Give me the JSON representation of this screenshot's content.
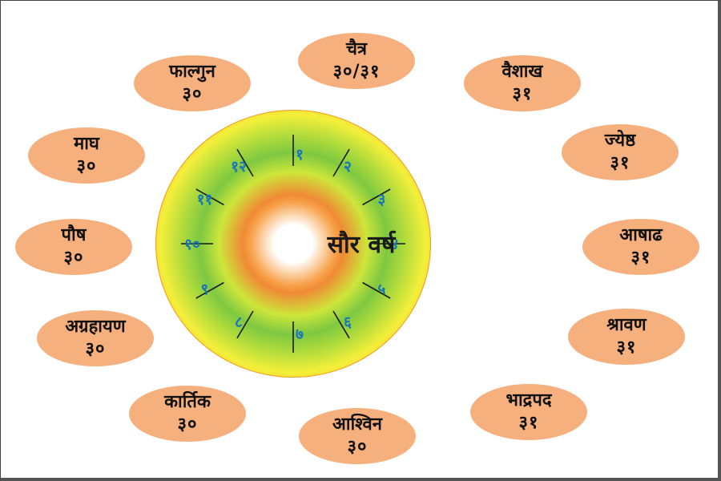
{
  "diagram": {
    "center_title": "सौर वर्ष",
    "wheel_numbers": [
      "१",
      "२",
      "३",
      "४",
      "५",
      "६",
      "७",
      "८",
      "९",
      "१०",
      "११",
      "१२"
    ],
    "months": [
      {
        "name": "चैत्र",
        "days": "३०/३१"
      },
      {
        "name": "वैशाख",
        "days": "३१"
      },
      {
        "name": "ज्येष्ठ",
        "days": "३१"
      },
      {
        "name": "आषाढ",
        "days": "३१"
      },
      {
        "name": "श्रावण",
        "days": "३१"
      },
      {
        "name": "भाद्रपद",
        "days": "३१"
      },
      {
        "name": "आश्विन",
        "days": "३०"
      },
      {
        "name": "कार्तिक",
        "days": "३०"
      },
      {
        "name": "अग्रहायण",
        "days": "३०"
      },
      {
        "name": "पौष",
        "days": "३०"
      },
      {
        "name": "माघ",
        "days": "३०"
      },
      {
        "name": "फाल्गुन",
        "days": "३०"
      }
    ],
    "colors": {
      "month_bubble": "#f6b07e",
      "wheel_number": "#1976b8",
      "tick_line": "#1a1a1a"
    }
  }
}
